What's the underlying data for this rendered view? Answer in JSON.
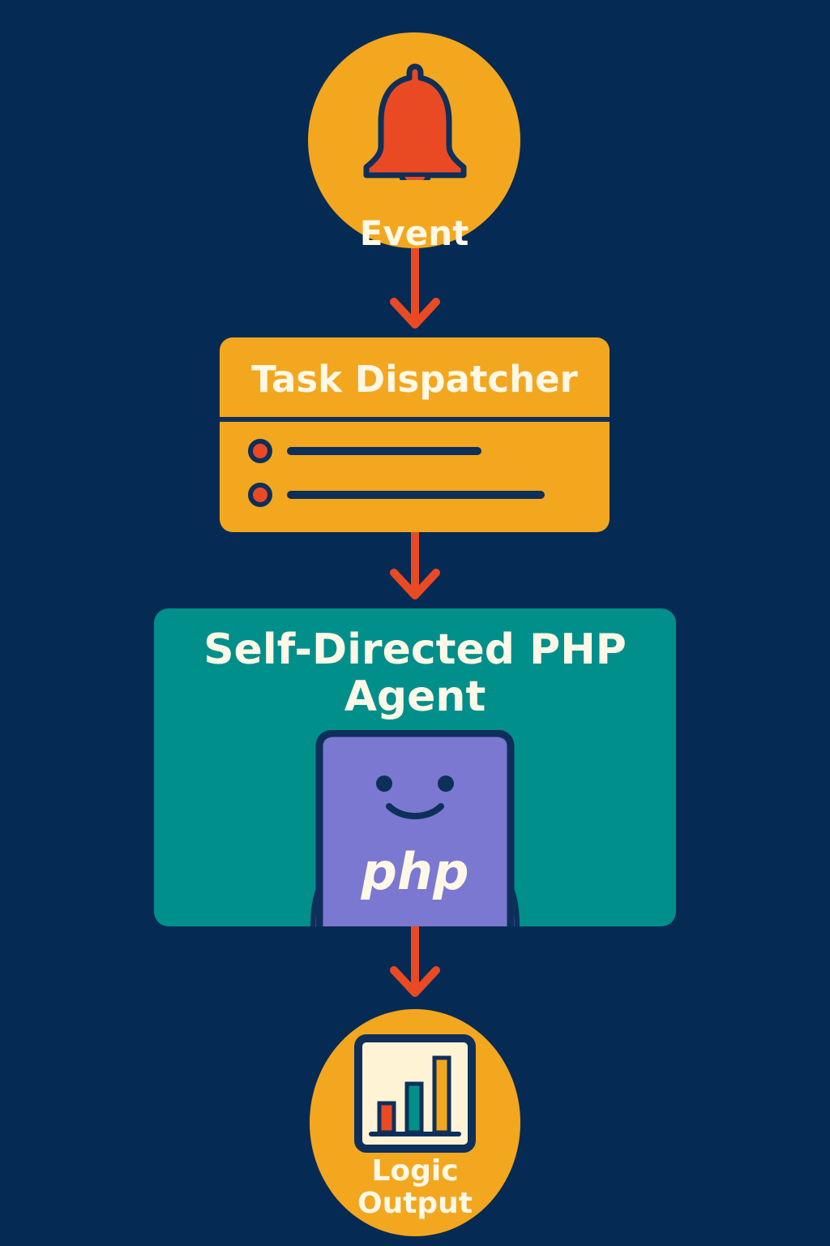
{
  "nodes": {
    "event": {
      "label": "Event",
      "icon": "bell-icon"
    },
    "dispatcher": {
      "title": "Task Dispatcher",
      "icon": "list-icon"
    },
    "agent": {
      "title_line1": "Self-Directed PHP",
      "title_line2": "Agent",
      "badge": "php",
      "icon": "php-agent-mascot-icon"
    },
    "output": {
      "label_line1": "Logic",
      "label_line2": "Output",
      "icon": "bar-chart-icon"
    }
  },
  "colors": {
    "background": "#052a54",
    "node_yellow": "#f3a71f",
    "arrow": "#ea4a23",
    "panel_teal": "#008f8a",
    "mascot_purple": "#7a78d0",
    "mascot_arms": "#3f73dc",
    "text_cream": "#fff8e6",
    "outline_navy": "#0e2f5a"
  }
}
